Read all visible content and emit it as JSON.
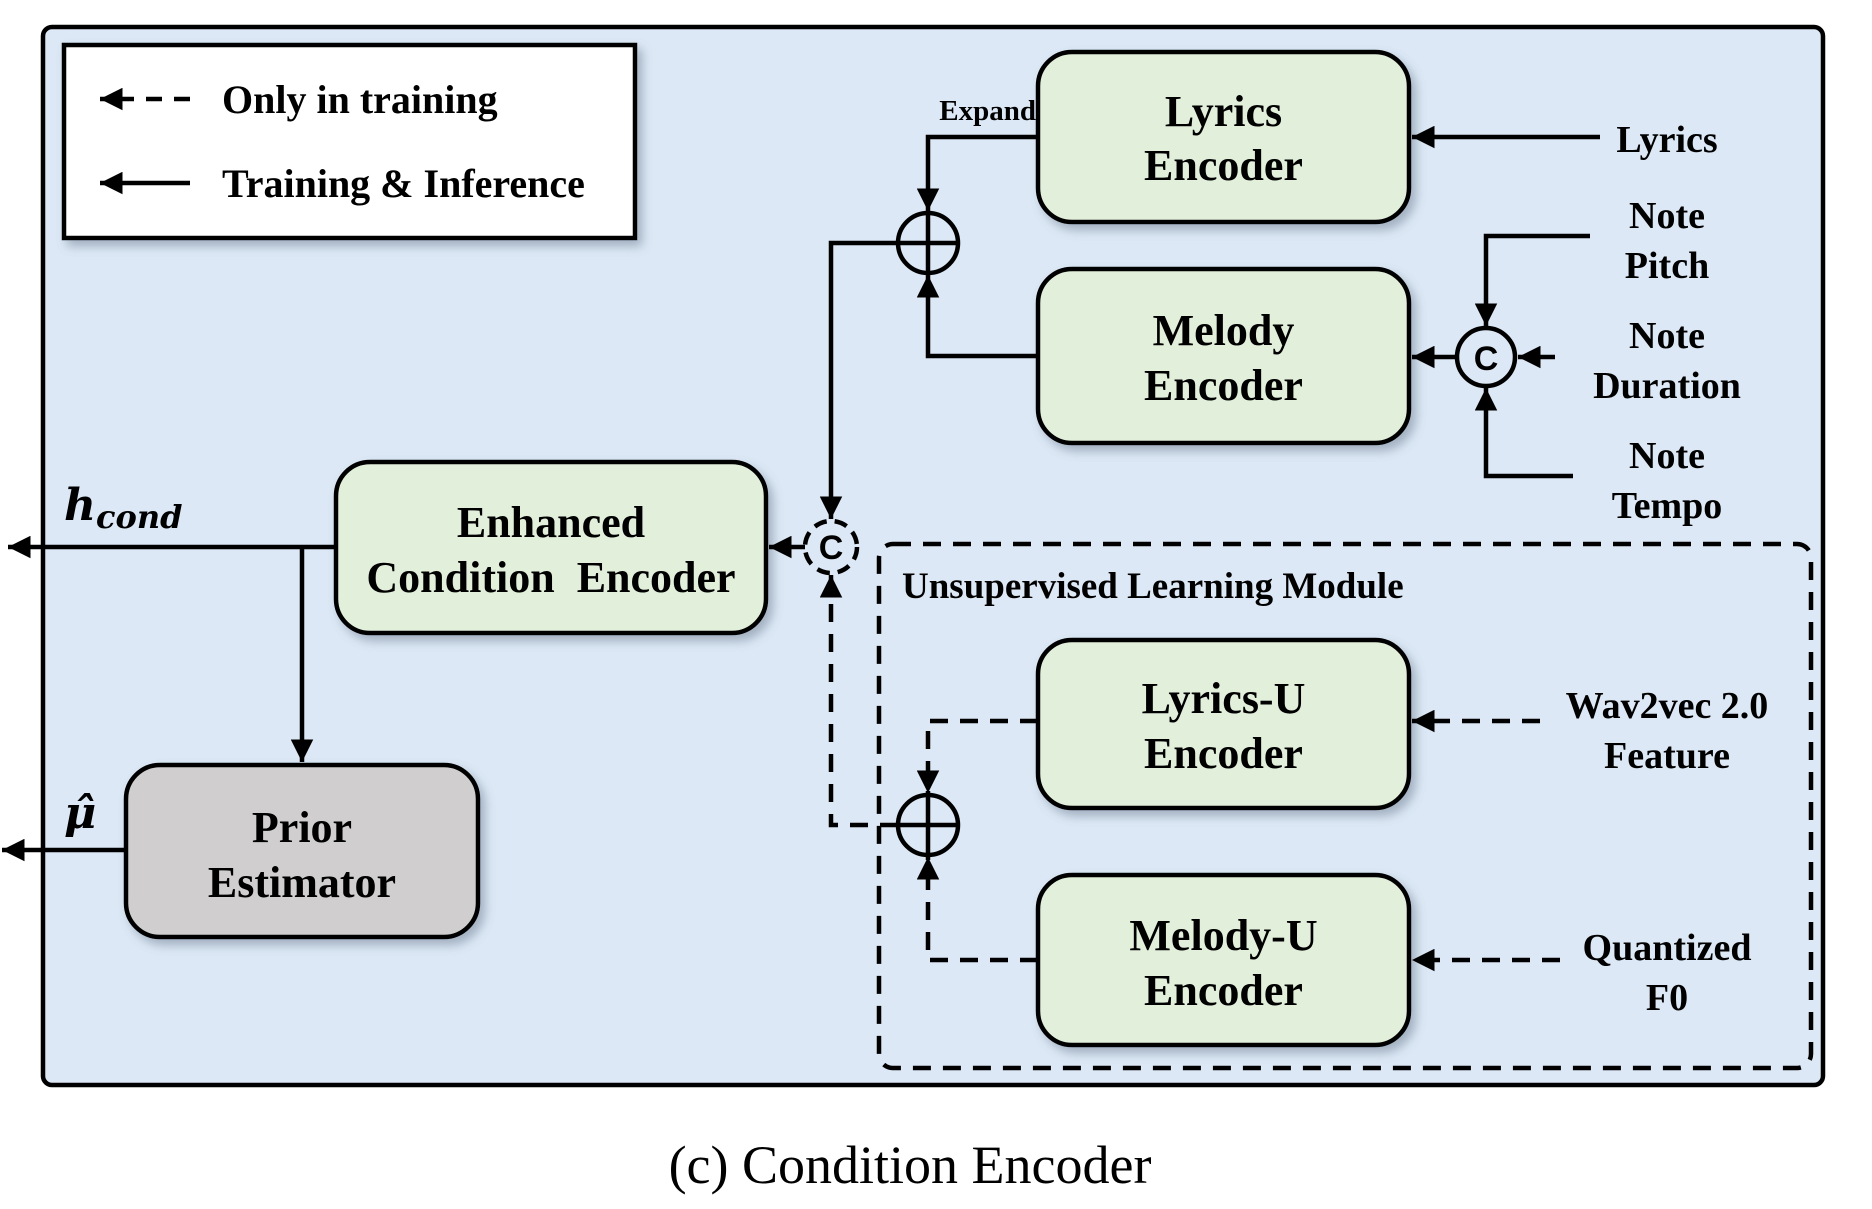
{
  "caption": "(c) Condition Encoder",
  "colors": {
    "panel_bg": "#dce8f5",
    "encoder_fill": "#e2efda",
    "prior_fill": "#d0cece",
    "legend_bg": "#ffffff",
    "stroke": "#000000"
  },
  "legend": {
    "items": [
      {
        "style": "dashed-arrow",
        "label": "Only in training"
      },
      {
        "style": "solid-arrow",
        "label": "Training & Inference"
      }
    ]
  },
  "blocks": {
    "lyrics_encoder": [
      "Lyrics",
      "Encoder"
    ],
    "melody_encoder": [
      "Melody",
      "Encoder"
    ],
    "enhanced_encoder": [
      "Enhanced",
      "Condition  Encoder"
    ],
    "prior_estimator": [
      "Prior",
      "Estimator"
    ],
    "lyrics_u_encoder": [
      "Lyrics-U",
      "Encoder"
    ],
    "melody_u_encoder": [
      "Melody-U",
      "Encoder"
    ]
  },
  "inputs": {
    "lyrics": [
      "Lyrics"
    ],
    "note_pitch": [
      "Note",
      "Pitch"
    ],
    "note_duration": [
      "Note",
      "Duration"
    ],
    "note_tempo": [
      "Note",
      "Tempo"
    ],
    "wav2vec": [
      "Wav2vec 2.0",
      "Feature"
    ],
    "quantized_f0": [
      "Quantized",
      "F0"
    ]
  },
  "labels": {
    "expand": "Expand",
    "module_title": "Unsupervised Learning Module",
    "concat_symbol": "C",
    "h_cond_main": "h",
    "h_cond_sub": "cond",
    "mu_hat": "μ̂"
  },
  "operators": {
    "add": "element-wise addition (⊕)",
    "concat": "concatenation (C)"
  }
}
